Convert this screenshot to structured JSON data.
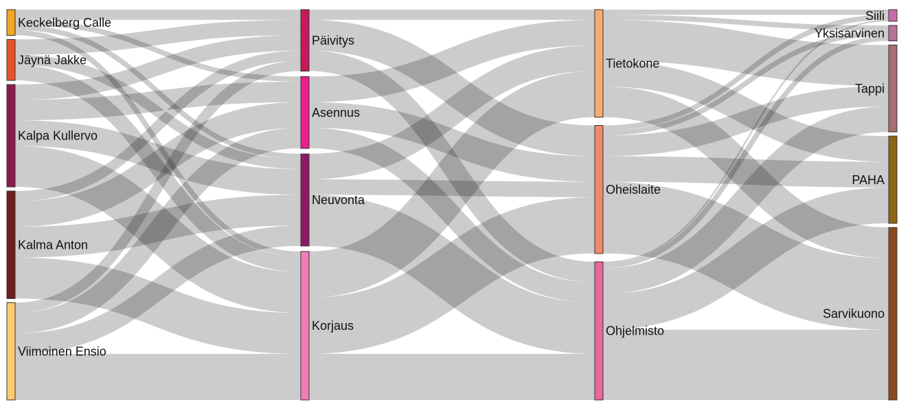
{
  "chart_data": {
    "type": "sankey",
    "title": "",
    "nodes": [
      {
        "id": "keckelberg",
        "label": "Keckelberg Calle",
        "column": 0,
        "color": "#F5A623"
      },
      {
        "id": "jayna",
        "label": "Jäynä Jakke",
        "column": 0,
        "color": "#E8512A"
      },
      {
        "id": "kalpa",
        "label": "Kalpa Kullervo",
        "column": 0,
        "color": "#8C1C4A"
      },
      {
        "id": "kalma",
        "label": "Kalma Anton",
        "column": 0,
        "color": "#6E1E1E"
      },
      {
        "id": "viimoinen",
        "label": "Viimoinen Ensio",
        "column": 0,
        "color": "#FDCB6E"
      },
      {
        "id": "paivitys",
        "label": "Päivitys",
        "column": 1,
        "color": "#C8175A"
      },
      {
        "id": "asennus",
        "label": "Asennus",
        "column": 1,
        "color": "#EA1E8D"
      },
      {
        "id": "neuvonta",
        "label": "Neuvonta",
        "column": 1,
        "color": "#8E1A64"
      },
      {
        "id": "korjaus",
        "label": "Korjaus",
        "column": 1,
        "color": "#F07DB8"
      },
      {
        "id": "tietokone",
        "label": "Tietokone",
        "column": 2,
        "color": "#F5AC6E"
      },
      {
        "id": "oheislaite",
        "label": "Oheislaite",
        "column": 2,
        "color": "#F08A6A"
      },
      {
        "id": "ohjelmisto",
        "label": "Ohjelmisto",
        "column": 2,
        "color": "#E8699A"
      },
      {
        "id": "siili",
        "label": "Siili",
        "column": 3,
        "color": "#C86BA8"
      },
      {
        "id": "yksisarvinen",
        "label": "Yksisarvinen",
        "column": 3,
        "color": "#B8709A"
      },
      {
        "id": "tappi",
        "label": "Tappi",
        "column": 3,
        "color": "#A87070"
      },
      {
        "id": "paha",
        "label": "PAHA",
        "column": 3,
        "color": "#8B6414"
      },
      {
        "id": "sarvikuono",
        "label": "Sarvikuono",
        "column": 3,
        "color": "#8B4A1E"
      }
    ],
    "links": [
      {
        "source": "keckelberg",
        "target": "paivitys",
        "value": 2
      },
      {
        "source": "keckelberg",
        "target": "asennus",
        "value": 1
      },
      {
        "source": "keckelberg",
        "target": "neuvonta",
        "value": 1
      },
      {
        "source": "keckelberg",
        "target": "korjaus",
        "value": 1
      },
      {
        "source": "jayna",
        "target": "paivitys",
        "value": 3
      },
      {
        "source": "jayna",
        "target": "neuvonta",
        "value": 2
      },
      {
        "source": "jayna",
        "target": "korjaus",
        "value": 3
      },
      {
        "source": "kalpa",
        "target": "paivitys",
        "value": 3
      },
      {
        "source": "kalpa",
        "target": "asennus",
        "value": 4
      },
      {
        "source": "kalpa",
        "target": "neuvonta",
        "value": 5
      },
      {
        "source": "kalpa",
        "target": "korjaus",
        "value": 8
      },
      {
        "source": "kalma",
        "target": "paivitys",
        "value": 2
      },
      {
        "source": "kalma",
        "target": "asennus",
        "value": 5
      },
      {
        "source": "kalma",
        "target": "neuvonta",
        "value": 6
      },
      {
        "source": "kalma",
        "target": "korjaus",
        "value": 8
      },
      {
        "source": "viimoinen",
        "target": "paivitys",
        "value": 2
      },
      {
        "source": "viimoinen",
        "target": "asennus",
        "value": 4
      },
      {
        "source": "viimoinen",
        "target": "neuvonta",
        "value": 4
      },
      {
        "source": "viimoinen",
        "target": "korjaus",
        "value": 9
      },
      {
        "source": "paivitys",
        "target": "tietokone",
        "value": 2
      },
      {
        "source": "paivitys",
        "target": "oheislaite",
        "value": 6
      },
      {
        "source": "paivitys",
        "target": "ohjelmisto",
        "value": 4
      },
      {
        "source": "asennus",
        "target": "tietokone",
        "value": 5
      },
      {
        "source": "asennus",
        "target": "oheislaite",
        "value": 5
      },
      {
        "source": "asennus",
        "target": "ohjelmisto",
        "value": 4
      },
      {
        "source": "neuvonta",
        "target": "tietokone",
        "value": 5
      },
      {
        "source": "neuvonta",
        "target": "oheislaite",
        "value": 3
      },
      {
        "source": "neuvonta",
        "target": "ohjelmisto",
        "value": 10
      },
      {
        "source": "korjaus",
        "target": "tietokone",
        "value": 9
      },
      {
        "source": "korjaus",
        "target": "oheislaite",
        "value": 11
      },
      {
        "source": "korjaus",
        "target": "ohjelmisto",
        "value": 9
      },
      {
        "source": "tietokone",
        "target": "siili",
        "value": 1
      },
      {
        "source": "tietokone",
        "target": "yksisarvinen",
        "value": 1
      },
      {
        "source": "tietokone",
        "target": "tappi",
        "value": 8
      },
      {
        "source": "tietokone",
        "target": "paha",
        "value": 5
      },
      {
        "source": "tietokone",
        "target": "sarvikuono",
        "value": 6
      },
      {
        "source": "oheislaite",
        "target": "siili",
        "value": 1
      },
      {
        "source": "oheislaite",
        "target": "yksisarvinen",
        "value": 1
      },
      {
        "source": "oheislaite",
        "target": "tappi",
        "value": 4
      },
      {
        "source": "oheislaite",
        "target": "paha",
        "value": 5
      },
      {
        "source": "oheislaite",
        "target": "sarvikuono",
        "value": 14
      },
      {
        "source": "ohjelmisto",
        "target": "siili",
        "value": 0.3
      },
      {
        "source": "ohjelmisto",
        "target": "yksisarvinen",
        "value": 1
      },
      {
        "source": "ohjelmisto",
        "target": "tappi",
        "value": 5
      },
      {
        "source": "ohjelmisto",
        "target": "paha",
        "value": 7
      },
      {
        "source": "ohjelmisto",
        "target": "sarvikuono",
        "value": 13.7
      }
    ]
  }
}
